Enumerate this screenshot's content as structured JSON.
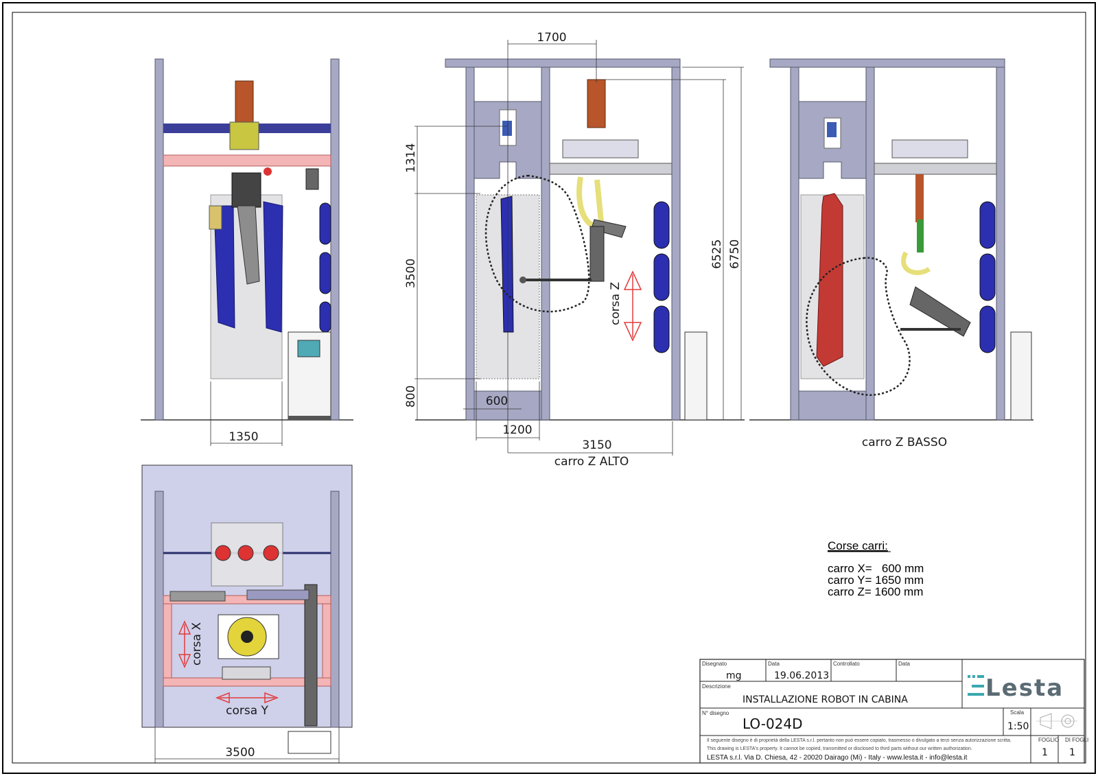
{
  "dimensions": {
    "front_width": "1350",
    "top_width": "3500",
    "side_top_span": "1700",
    "side_h_1314": "1314",
    "side_h_3500": "3500",
    "side_h_800": "800",
    "side_w_600": "600",
    "side_w_1200": "1200",
    "side_w_3150": "3150",
    "side_h_6525": "6525",
    "side_h_6750": "6750"
  },
  "labels": {
    "view_alto": "carro Z ALTO",
    "view_basso": "carro Z BASSO",
    "corsa_z": "corsa Z",
    "corsa_x": "corsa X",
    "corsa_y": "corsa Y"
  },
  "notes": {
    "title": "Corse carri:",
    "line1": "carro X=   600 mm",
    "line2": "carro Y= 1650 mm",
    "line3": "carro Z= 1600 mm"
  },
  "title_block": {
    "drawn_by_label": "Disegnato",
    "drawn_by": "mg",
    "date_label": "Data",
    "date": "19.06.2013",
    "checked_label": "Controllato",
    "date2_label": "Data",
    "desc_label": "Descrizione",
    "description": "INSTALLAZIONE ROBOT IN CABINA",
    "dwg_label": "N° disegno",
    "drawing_number": "LO-024D",
    "scale_label": "Scala",
    "scale": "1:50",
    "sheet_label": "FOGLIO",
    "sheet": "1",
    "of_label": "DI FOGLI",
    "of": "1",
    "note_it": "Il seguente disegno è di proprietà della LESTA s.r.l. pertanto non può essere copiato, trasmesso o divulgato a terzi senza autorizzazione scritta.",
    "note_en": "This drawing is LESTA's property. It cannot be copied, transmitted or disclosed to third parts without our written authorization.",
    "address": "LESTA s.r.l. Via D. Chiesa, 42 - 20020 Dairago (Mi) - Italy  -  www.lesta.it  -  info@lesta.it",
    "logo": "LESTA"
  },
  "colors": {
    "frame": "#a7a9c4",
    "frame_dark": "#55576b",
    "panel": "#e3e3e6",
    "blue_part": "#2b2fb0",
    "red_part": "#c33a35",
    "pink_beam": "#f3b5b5",
    "top_bg": "#cfd0ea",
    "arrow": "#e23b3b",
    "logo_teal": "#3aa7b0"
  }
}
